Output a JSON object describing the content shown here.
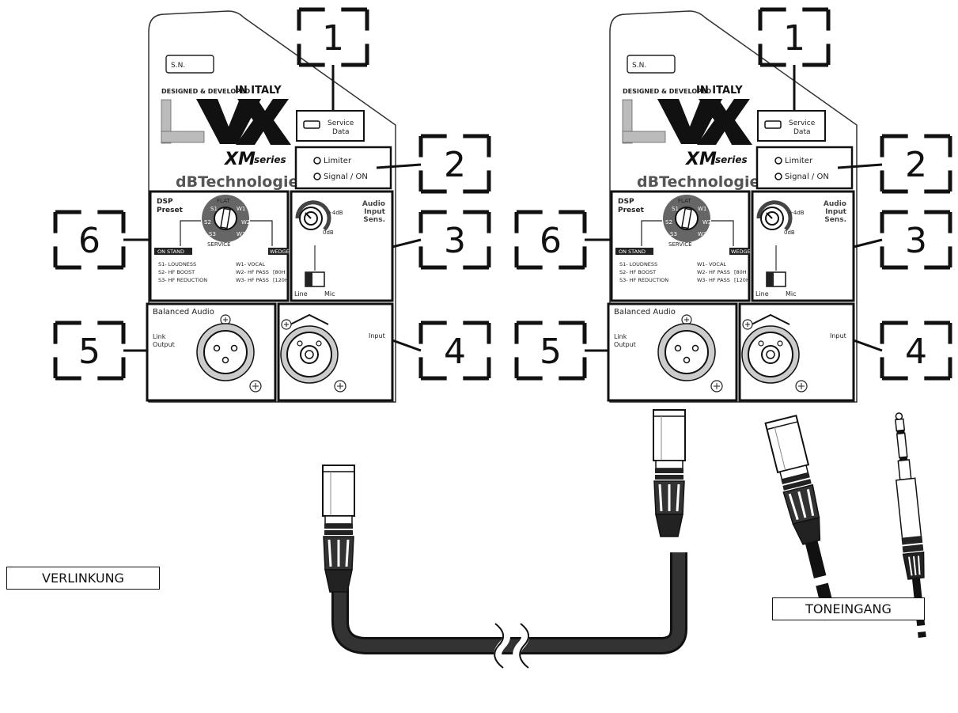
{
  "callouts": [
    "1",
    "2",
    "3",
    "4",
    "5",
    "6"
  ],
  "panels": [
    {
      "serial_label": "S.N.",
      "designed_text": "DESIGNED & DEVELOPED",
      "in_italy": "IN ITALY",
      "logo_text": "LVX",
      "series_xm": "XM",
      "series_word": "series",
      "brand": "dBTechnologies",
      "service_label_1": "Service",
      "service_label_2": "Data",
      "led_limiter": "Limiter",
      "led_signal": "Signal / ON",
      "dsp_1": "DSP",
      "dsp_2": "Preset",
      "dial_flat": "FLAT",
      "dial_service": "SERVICE",
      "dial_s1": "S1",
      "dial_s2": "S2",
      "dial_s3": "S3",
      "dial_w1": "W1",
      "dial_w2": "W2",
      "dial_w3": "W3",
      "on_stand": "ON STAND",
      "wedge": "WEDGE",
      "s1_desc": "S1- LOUDNESS",
      "s2_desc": "S2- HF BOOST",
      "s3_desc": "S3- HF REDUCTION",
      "w1_desc": "W1- VOCAL",
      "w2_desc": "W2- HF PASS",
      "w2_freq": "[80H",
      "w3_desc": "W3- HF PASS",
      "w3_freq": "[120H",
      "sens_1": "Audio",
      "sens_2": "Input",
      "sens_3": "Sens.",
      "plus4": "+4dB",
      "zero": "0dB",
      "line": "Line",
      "mic": "Mic",
      "balanced": "Balanced Audio",
      "link_1": "Link",
      "link_2": "Output",
      "input": "Input"
    }
  ],
  "labels": {
    "verlinkung": "VERLINKUNG",
    "toneingang": "TONEINGANG"
  }
}
